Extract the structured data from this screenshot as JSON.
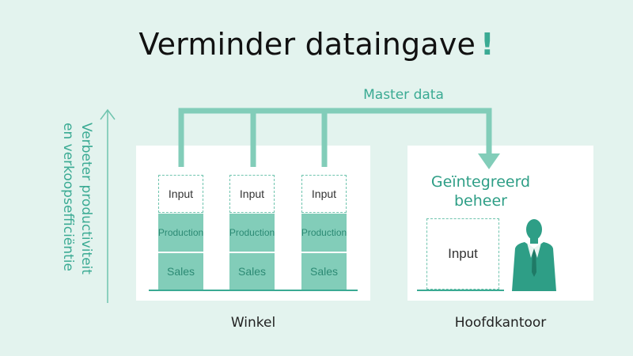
{
  "title": "Verminder dataingave",
  "title_mark": "!",
  "side_axis_text": [
    "Verbeter productiviteit",
    "en verkoopsefficiëntie"
  ],
  "master_data_label": "Master data",
  "shop": {
    "caption": "Winkel",
    "columns": [
      {
        "input": "Input",
        "production": "Production",
        "sales": "Sales"
      },
      {
        "input": "Input",
        "production": "Production",
        "sales": "Sales"
      },
      {
        "input": "Input",
        "production": "Production",
        "sales": "Sales"
      }
    ]
  },
  "hq": {
    "caption": "Hoofdkantoor",
    "heading_line1": "Geïntegreerd",
    "heading_line2": "beheer",
    "input": "Input",
    "person_icon": "businessman-icon"
  },
  "colors": {
    "background": "#e3f3ee",
    "accent": "#3aaa93",
    "block": "#82cdb9"
  }
}
